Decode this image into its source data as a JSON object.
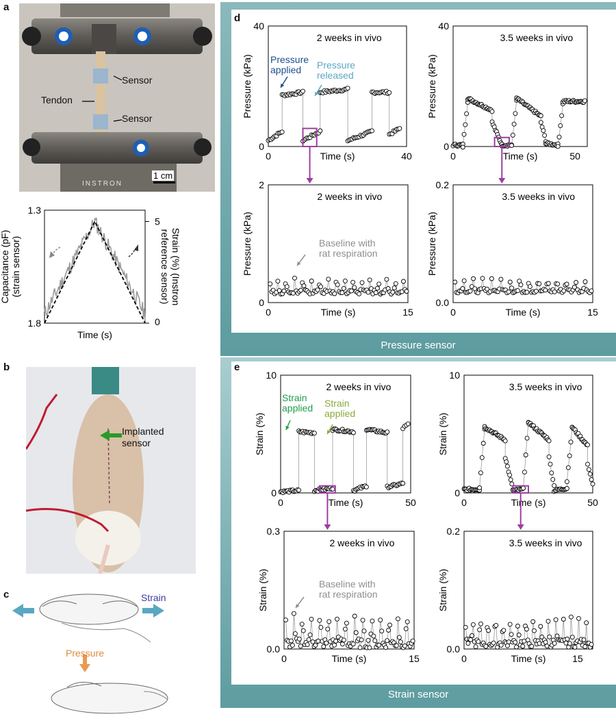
{
  "panel_labels": {
    "a": "a",
    "b": "b",
    "c": "c",
    "d": "d",
    "e": "e"
  },
  "photo_a": {
    "sensor_top": "Sensor",
    "sensor_bottom": "Sensor",
    "tendon": "Tendon",
    "scale": "1 cm",
    "brand": "INSTRON"
  },
  "photo_b": {
    "implanted": "Implanted\nsensor"
  },
  "cartoon_c": {
    "strain": "Strain",
    "pressure": "Pressure"
  },
  "banners": {
    "pressure": "Pressure sensor",
    "strain": "Strain sensor"
  },
  "colors": {
    "panel_teal": "#5d9ca0",
    "marker_purple": "#9b3fa0",
    "pressure_applied": "#1c4f8e",
    "pressure_released": "#5aa7c2",
    "strain_applied": "#1e9e4a",
    "strain_released": "#8aaa3a",
    "implant_arrow": "#2a9a2a",
    "cartoon_arrow": "#5aa7c2",
    "pressure_arrow": "#e89a50"
  },
  "chart_data": [
    {
      "id": "a-cap",
      "type": "line",
      "title": "",
      "xlabel": "Time (s)",
      "ylabel": "Capacitance (pF)\n(strain sensor)",
      "ylabel_right": "Strain (%) (Instron\nreference sensor)",
      "yticks_left": [
        "1.3",
        "1.8"
      ],
      "yticks_right": [
        "5",
        "0"
      ],
      "ylim_right": [
        0,
        5
      ],
      "series": [
        {
          "values_norm_x": [
            0.0,
            0.5,
            1.0
          ],
          "values": [
            0.0,
            5.0,
            0.0
          ],
          "style": "dashed"
        }
      ]
    },
    {
      "id": "d1",
      "type": "scatter",
      "title": "2 weeks in vivo",
      "xlabel": "Time (s)",
      "ylabel": "Pressure (kPa)",
      "xlim": [
        0,
        40
      ],
      "ylim": [
        0,
        40
      ],
      "xticks": [
        "0",
        "40"
      ],
      "yticks": [
        "0",
        "40"
      ],
      "annotations": [
        {
          "text": "Pressure\napplied",
          "color": "#1c4f8e"
        },
        {
          "text": "Pressure\nreleased",
          "color": "#5aa7c2"
        }
      ],
      "pattern": {
        "kind": "step",
        "segments": [
          [
            0,
            4,
            2,
            5
          ],
          [
            4,
            10,
            17,
            18
          ],
          [
            10,
            15,
            2,
            5
          ],
          [
            15,
            23,
            18,
            19
          ],
          [
            23,
            30,
            2,
            5
          ],
          [
            30,
            35,
            18,
            18
          ],
          [
            35,
            38,
            4,
            6
          ]
        ],
        "n": 100
      },
      "inset_box": {
        "x": [
          10,
          14
        ],
        "y": [
          0,
          6
        ]
      }
    },
    {
      "id": "d2",
      "type": "scatter",
      "title": "3.5 weeks in vivo",
      "xlabel": "Time (s)",
      "ylabel": "Pressure (kPa)",
      "xlim": [
        0,
        55
      ],
      "ylim": [
        0,
        40
      ],
      "xticks": [
        "0",
        "50"
      ],
      "yticks": [
        "0",
        "40"
      ],
      "pattern": {
        "kind": "decay",
        "segments": [
          [
            0,
            4,
            0.5,
            0.5
          ],
          [
            4,
            6,
            0,
            15
          ],
          [
            6,
            16,
            16,
            12
          ],
          [
            16,
            20,
            8,
            0.5
          ],
          [
            20,
            24,
            0.5,
            0.5
          ],
          [
            24,
            26,
            0,
            15
          ],
          [
            26,
            36,
            16,
            10
          ],
          [
            36,
            38,
            8,
            2
          ],
          [
            38,
            43,
            1,
            0.5
          ],
          [
            43,
            45,
            0,
            14
          ],
          [
            45,
            54,
            15,
            15
          ]
        ],
        "n": 130
      },
      "inset_box": {
        "x": [
          17,
          23
        ],
        "y": [
          0,
          3
        ]
      }
    },
    {
      "id": "d3",
      "type": "scatter",
      "title": "2 weeks in vivo",
      "xlabel": "Time (s)",
      "ylabel": "Pressure (kPa)",
      "xlim": [
        0,
        15
      ],
      "ylim": [
        0,
        2
      ],
      "xticks": [
        "0",
        "15"
      ],
      "yticks": [
        "0",
        "2"
      ],
      "annotations": [
        {
          "text": "Baseline with\nrat respiration",
          "color": "#8e8e8e"
        }
      ],
      "pattern": {
        "kind": "spikes",
        "base": 0.18,
        "peak": 0.4,
        "period": 0.9,
        "n": 90
      }
    },
    {
      "id": "d4",
      "type": "scatter",
      "title": "3.5 weeks in vivo",
      "xlabel": "Time (s)",
      "ylabel": "Pressure (kPa)",
      "xlim": [
        0,
        15
      ],
      "ylim": [
        0,
        0.2
      ],
      "xticks": [
        "0",
        "15"
      ],
      "yticks": [
        "0.0",
        "0.2"
      ],
      "pattern": {
        "kind": "spikes",
        "base": 0.02,
        "peak": 0.04,
        "period": 1.0,
        "n": 90
      }
    },
    {
      "id": "e1",
      "type": "scatter",
      "title": "2 weeks in vivo",
      "xlabel": "Time (s)",
      "ylabel": "Strain (%)",
      "xlim": [
        0,
        50
      ],
      "ylim": [
        0,
        10
      ],
      "xticks": [
        "0",
        "50"
      ],
      "yticks": [
        "0",
        "10"
      ],
      "annotations": [
        {
          "text": "Strain\napplied",
          "color": "#1e9e4a"
        },
        {
          "text": "Strain\napplied",
          "color": "#8aaa3a"
        }
      ],
      "pattern": {
        "kind": "step",
        "segments": [
          [
            0,
            7,
            0.1,
            0.2
          ],
          [
            7,
            13,
            5.2,
            5.1
          ],
          [
            13,
            20,
            0.2,
            0.4
          ],
          [
            20,
            28,
            5.4,
            5.2
          ],
          [
            28,
            33,
            0.2,
            0.6
          ],
          [
            33,
            41,
            5.4,
            5.1
          ],
          [
            41,
            47,
            0.5,
            0.8
          ],
          [
            47,
            49,
            5.5,
            5.8
          ]
        ],
        "n": 110
      },
      "inset_box": {
        "x": [
          15,
          21
        ],
        "y": [
          0,
          0.6
        ]
      }
    },
    {
      "id": "e2",
      "type": "scatter",
      "title": "3.5 weeks in vivo",
      "xlabel": "Time (s)",
      "ylabel": "Strain (%)",
      "xlim": [
        0,
        50
      ],
      "ylim": [
        0,
        10
      ],
      "xticks": [
        "0",
        "50"
      ],
      "yticks": [
        "0",
        "10"
      ],
      "pattern": {
        "kind": "decay",
        "segments": [
          [
            0,
            6,
            0.3,
            0.3
          ],
          [
            6,
            8,
            0.5,
            5.5
          ],
          [
            8,
            16,
            5.6,
            4.5
          ],
          [
            16,
            19,
            3,
            0.3
          ],
          [
            19,
            23,
            0.2,
            0.3
          ],
          [
            23,
            25,
            0.5,
            5.9
          ],
          [
            25,
            33,
            6,
            4.5
          ],
          [
            33,
            35,
            3,
            0.6
          ],
          [
            35,
            40,
            0.2,
            0.4
          ],
          [
            40,
            42,
            1,
            5.5
          ],
          [
            42,
            48,
            5.6,
            4
          ],
          [
            48,
            50,
            2.5,
            0.7
          ]
        ],
        "n": 130
      },
      "inset_box": {
        "x": [
          19,
          25
        ],
        "y": [
          0,
          0.6
        ]
      }
    },
    {
      "id": "e3",
      "type": "scatter",
      "title": "2 weeks in vivo",
      "xlabel": "Time (s)",
      "ylabel": "Strain (%)",
      "xlim": [
        0,
        15
      ],
      "ylim": [
        0,
        0.3
      ],
      "xticks": [
        "0",
        "15"
      ],
      "yticks": [
        "0.0",
        "0.3"
      ],
      "annotations": [
        {
          "text": "Baseline with\nrat respiration",
          "color": "#8e8e8e"
        }
      ],
      "pattern": {
        "kind": "spikes",
        "base": 0.015,
        "peak": 0.085,
        "period": 1.0,
        "n": 95
      }
    },
    {
      "id": "e4",
      "type": "scatter",
      "title": "3.5 weeks in vivo",
      "xlabel": "Time (s)",
      "ylabel": "Strain (%)",
      "xlim": [
        0,
        17
      ],
      "ylim": [
        0,
        0.2
      ],
      "xticks": [
        "0",
        "15"
      ],
      "yticks": [
        "0.0",
        "0.2"
      ],
      "pattern": {
        "kind": "spikes",
        "base": 0.01,
        "peak": 0.05,
        "period": 1.0,
        "n": 100
      }
    }
  ]
}
